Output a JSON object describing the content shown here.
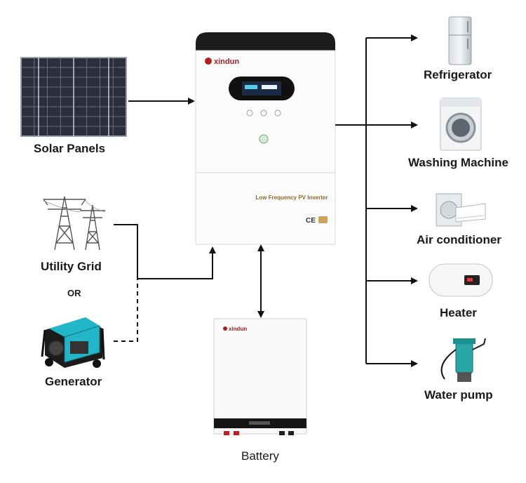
{
  "diagram": {
    "labels": {
      "solar_panels": "Solar Panels",
      "utility_grid": "Utility Grid",
      "or": "OR",
      "generator": "Generator",
      "battery": "Battery",
      "refrigerator": "Refrigerator",
      "washing_machine": "Washing Machine",
      "air_conditioner": "Air conditioner",
      "heater": "Heater",
      "water_pump": "Water pump"
    },
    "inverter": {
      "brand": "xindun",
      "product_label": "Low Frequency PV Inverter",
      "cert_mark": "CE"
    },
    "battery_unit": {
      "brand": "xindun"
    },
    "colors": {
      "line": "#111111",
      "brand_red": "#b01e1e",
      "inverter_top": "#1c1c1c",
      "panel_cell": "#262a36",
      "generator_teal": "#22b7c8",
      "pump_teal": "#2aa6a6"
    }
  }
}
